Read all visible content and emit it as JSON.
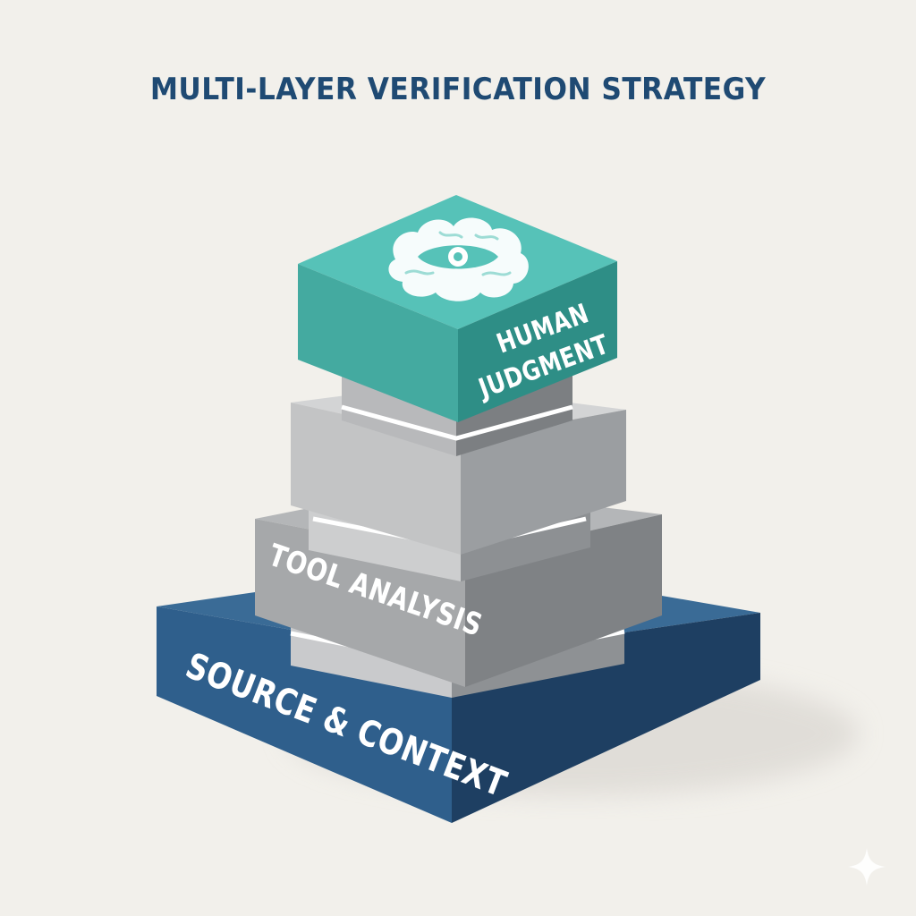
{
  "title": "MULTI-LAYER VERIFICATION STRATEGY",
  "layers": [
    {
      "label": "HUMAN",
      "label_line2": "JUDGMENT",
      "color": "#4bb5ab",
      "icon": "brain-eye-icon"
    },
    {
      "label": "",
      "color": "#c2c3c4"
    },
    {
      "label": "TOOL ANALYSIS",
      "color": "#a3a5a7"
    },
    {
      "label": "SOURCE & CONTEXT",
      "color": "#2b5a86"
    }
  ],
  "watermark_icon": "sparkle-icon"
}
